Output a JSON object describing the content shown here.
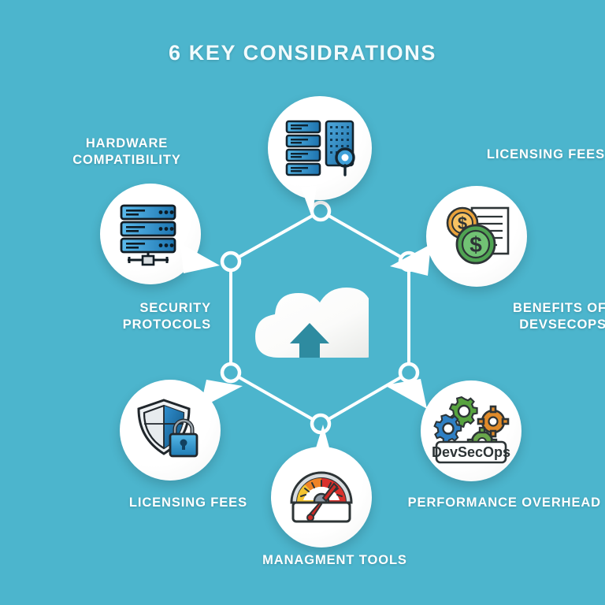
{
  "infographic": {
    "title": "6  KEY CONSIDRATIONS",
    "background_color": "#4cb5cd",
    "label_color": "#ffffff",
    "center": {
      "icon": "cloud-upload-icon",
      "description": "white cloud with upward arrow"
    },
    "shape": {
      "name": "hexagon-network",
      "node_count": 6,
      "stroke_color": "#ffffff"
    },
    "nodes": [
      {
        "id": "top",
        "label": "",
        "icon": "server-database-search-icon",
        "icon_colors": [
          "#2d8fc9",
          "#1b6ea8",
          "#0f2f44"
        ]
      },
      {
        "id": "upper-left",
        "label": "HARDWARE\nCOMPATIBILITY",
        "icon": "server-stack-network-icon",
        "icon_colors": [
          "#37a3de",
          "#1d7cb5",
          "#111d26"
        ]
      },
      {
        "id": "upper-right",
        "label": "LICENSING FEES",
        "icon": "coins-document-icon",
        "icon_colors": [
          "#e8a33d",
          "#4caf50",
          "#ffffff"
        ]
      },
      {
        "id": "middle-left",
        "label": "SECURITY\nPROTOCOLS",
        "icon": "shield-lock-icon",
        "icon_colors": [
          "#1f76b8",
          "#3fa9e0",
          "#e9edf0"
        ]
      },
      {
        "id": "middle-right",
        "label": "BENEFITS OF\nDEVSECOPS",
        "icon": "devsecops-gears-icon",
        "icon_colors": [
          "#4f9c3f",
          "#2f80c4",
          "#e08b2a"
        ],
        "icon_text": "DevSecOps"
      },
      {
        "id": "lower-left",
        "label": "LICENSING FEES",
        "icon": "shield-lock-icon",
        "icon_colors": [
          "#1f76b8",
          "#3fa9e0",
          "#e9edf0"
        ]
      },
      {
        "id": "bottom",
        "label": "MANAGMENT TOOLS",
        "icon": "speedometer-gauge-icon",
        "icon_colors": [
          "#f2c230",
          "#e8661f",
          "#d32f2f"
        ]
      },
      {
        "id": "lower-right",
        "label": "PERFORMANCE OVERHEAD",
        "icon": "devsecops-gears-icon",
        "icon_colors": [
          "#4f9c3f",
          "#2f80c4",
          "#e08b2a"
        ]
      }
    ]
  }
}
